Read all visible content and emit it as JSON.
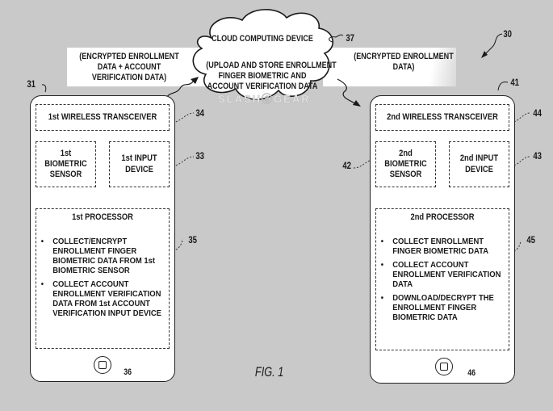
{
  "figure": {
    "label": "FIG. 1",
    "system_ref": "30"
  },
  "cloud": {
    "ref": "37",
    "title": "CLOUD COMPUTING DEVICE",
    "lines": [
      "(UPLOAD AND STORE ENROLLMENT",
      "FINGER BIOMETRIC AND",
      "ACCOUNT VERIFICATION DATA"
    ]
  },
  "left_band": {
    "lines": [
      "(ENCRYPTED ENROLLMENT",
      "DATA + ACCOUNT",
      "VERIFICATION DATA)"
    ]
  },
  "right_band": {
    "lines": [
      "(ENCRYPTED ENROLLMENT",
      "DATA)"
    ]
  },
  "watermark": "SLASHⓖGEAR",
  "device1": {
    "ref": "31",
    "transceiver": {
      "label": "1st WIRELESS TRANSCEIVER",
      "ref": "34"
    },
    "sensor": {
      "lines": [
        "1st",
        "BIOMETRIC",
        "SENSOR"
      ]
    },
    "input": {
      "lines": [
        "1st INPUT",
        "DEVICE"
      ],
      "ref": "33"
    },
    "processor": {
      "title": "1st PROCESSOR",
      "ref": "35",
      "bullets": [
        "COLLECT/ENCRYPT ENROLLMENT FINGER BIOMETRIC DATA FROM 1st BIOMETRIC SENSOR",
        "COLLECT ACCOUNT ENROLLMENT VERIFICATION DATA FROM 1st ACCOUNT VERIFICATION INPUT DEVICE"
      ]
    },
    "home_ref": "36"
  },
  "device2": {
    "ref": "41",
    "transceiver": {
      "label": "2nd WIRELESS TRANSCEIVER",
      "ref": "44"
    },
    "sensor": {
      "lines": [
        "2nd",
        "BIOMETRIC",
        "SENSOR"
      ],
      "ref": "42"
    },
    "input": {
      "lines": [
        "2nd INPUT",
        "DEVICE"
      ],
      "ref": "43"
    },
    "processor": {
      "title": "2nd PROCESSOR",
      "ref": "45",
      "bullets": [
        "COLLECT ENROLLMENT FINGER BIOMETRIC DATA",
        "COLLECT ACCOUNT ENROLLMENT VERIFICATION DATA",
        "DOWNLOAD/DECRYPT THE ENROLLMENT FINGER BIOMETRIC DATA"
      ]
    },
    "home_ref": "46"
  }
}
